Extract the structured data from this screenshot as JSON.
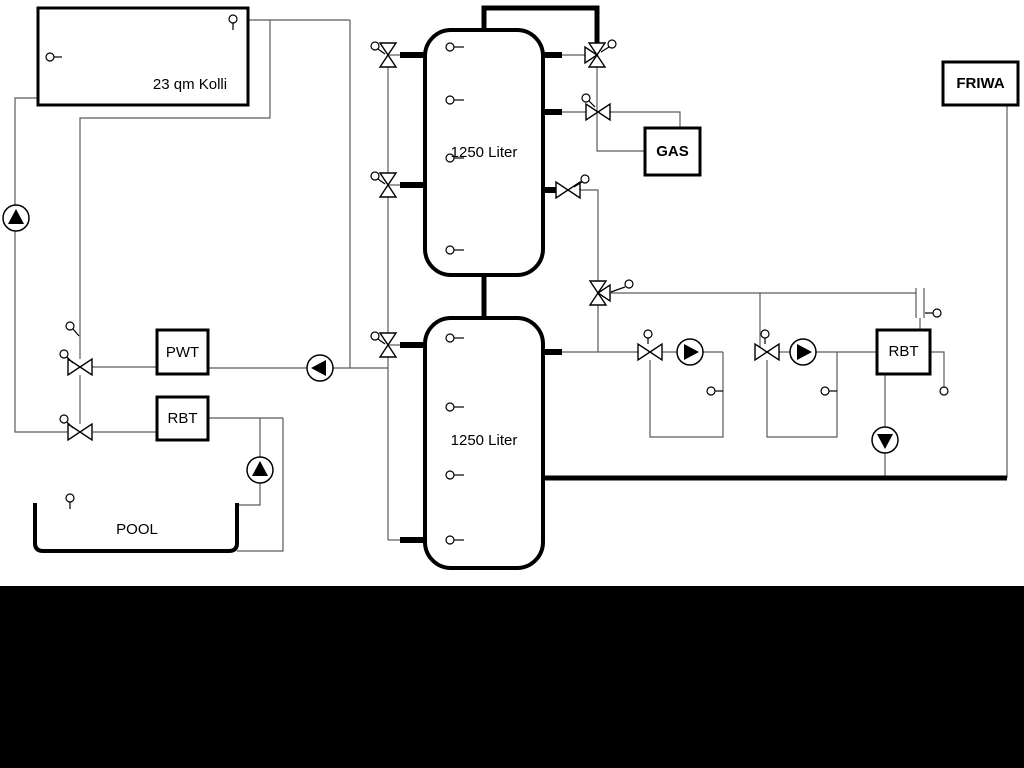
{
  "diagram": {
    "collector_label": "23 qm Kolli",
    "tank1_label": "1250 Liter",
    "tank2_label": "1250 Liter",
    "pwt_label": "PWT",
    "rbt_left_label": "RBT",
    "rbt_right_label": "RBT",
    "gas_label": "GAS",
    "friwa_label": "FRIWA",
    "pool_label": "POOL",
    "colors": {
      "background": "#ffffff",
      "thin_pipe": "#5a5a5a",
      "thick_pipe": "#000000",
      "footer": "#000000"
    }
  }
}
